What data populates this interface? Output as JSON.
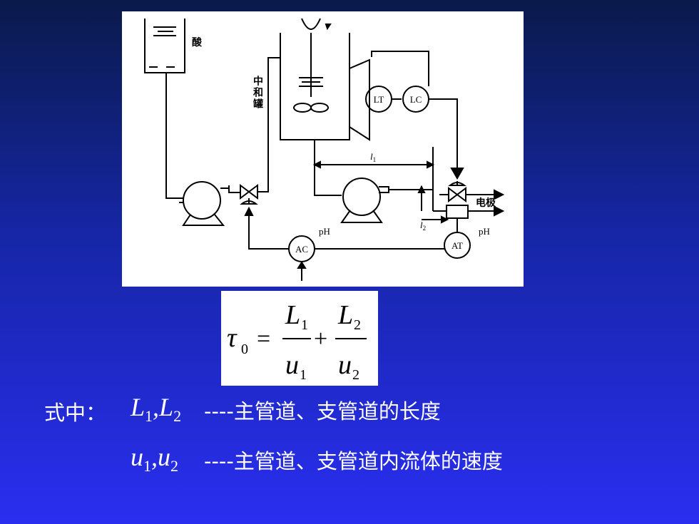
{
  "diagram": {
    "label_acid": "酸",
    "label_tank": "中和罐",
    "label_LT": "LT",
    "label_LC": "LC",
    "label_AC": "AC",
    "label_AT": "AT",
    "label_pH_left": "pH",
    "label_pH_right": "pH",
    "label_electrode": "电极",
    "label_l1": "l",
    "label_l1_sub": "1",
    "label_l2": "l",
    "label_l2_sub": "2"
  },
  "formula": {
    "lhs": "τ",
    "lhs_sub": "0",
    "eq": "=",
    "plus": "+",
    "num1": "L",
    "num1_sub": "1",
    "den1": "u",
    "den1_sub": "1",
    "num2": "L",
    "num2_sub": "2",
    "den2": "u",
    "den2_sub": "2"
  },
  "legend": {
    "prefix": "式中：",
    "row1_var_a": "L",
    "row1_sub_a": "1",
    "row1_sep": ",",
    "row1_var_b": "L",
    "row1_sub_b": "2",
    "row1_desc": "----主管道、支管道的长度",
    "row2_var_a": "u",
    "row2_sub_a": "1",
    "row2_sep": ",",
    "row2_var_b": "u",
    "row2_sub_b": "2",
    "row2_desc": "----主管道、支管道内流体的速度"
  },
  "colors": {
    "background_top": "#0a1a4a",
    "background_bottom": "#2a2ef0",
    "text": "#ffffff"
  }
}
